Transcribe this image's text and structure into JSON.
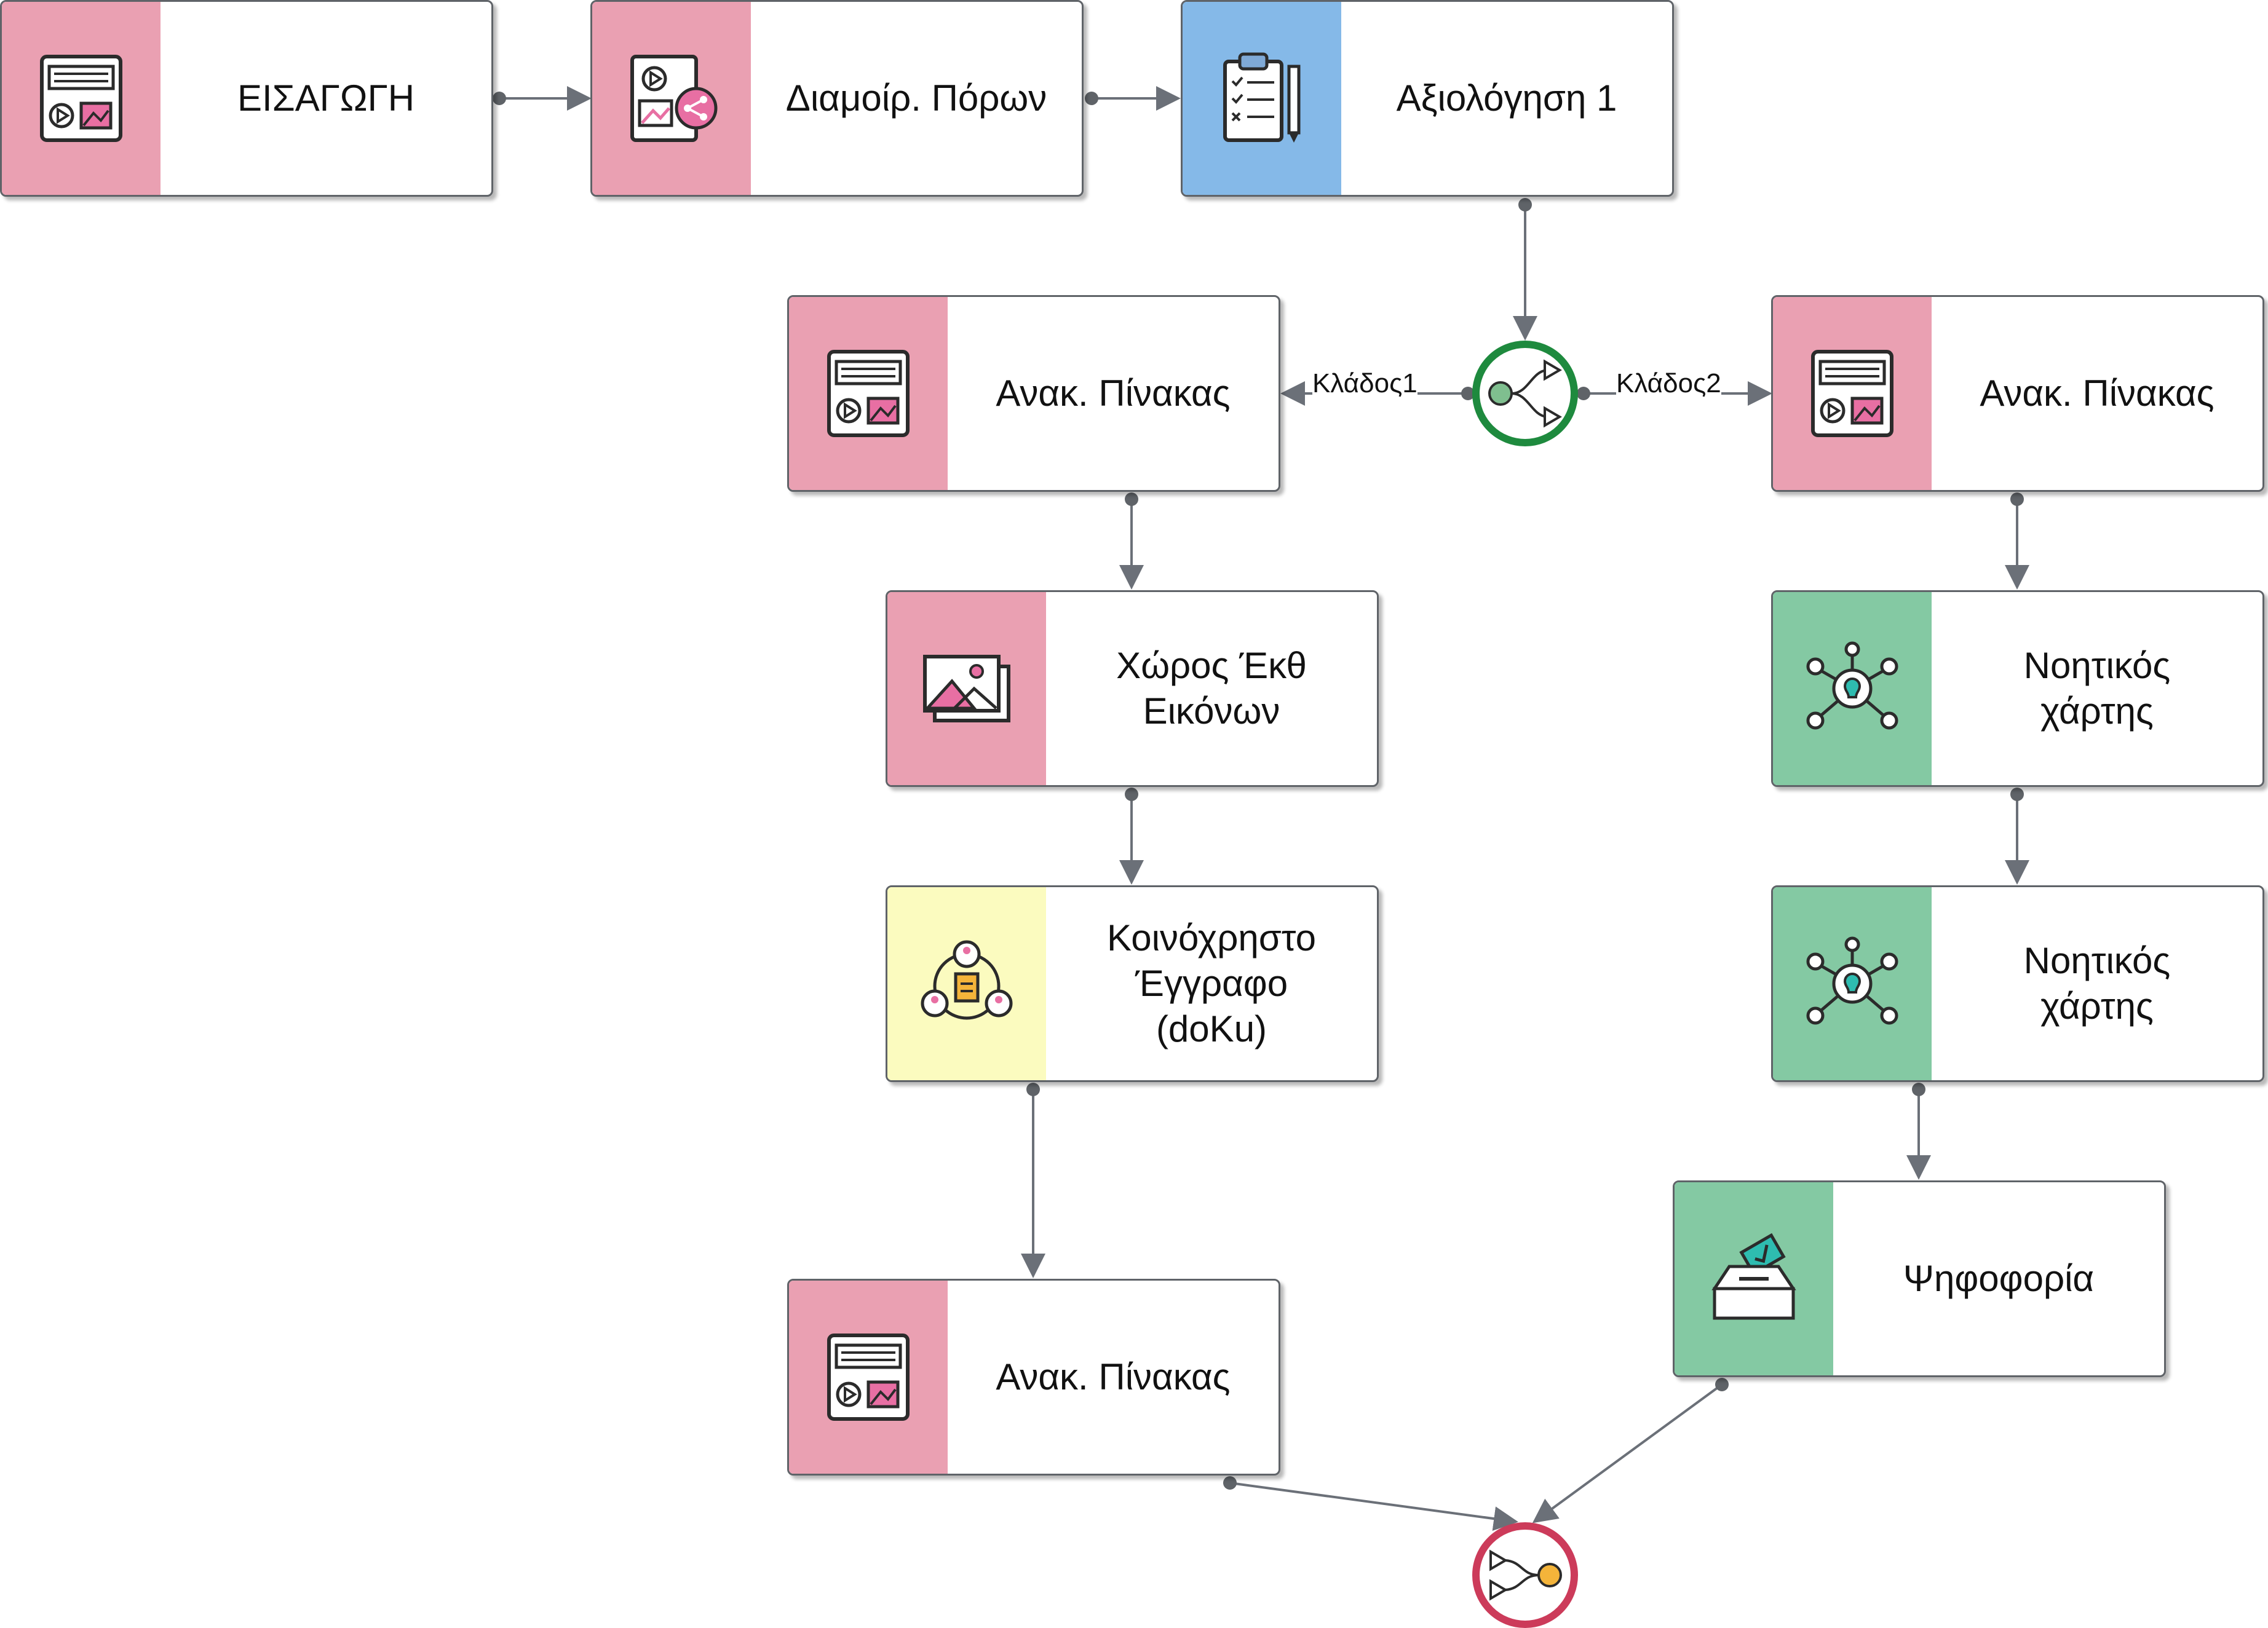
{
  "nodes": {
    "intro": {
      "label": "ΕΙΣΑΓΩΓΗ",
      "icon": "board-media-icon",
      "color": "#eaa0b2"
    },
    "share": {
      "label": "Διαμοίρ. Πόρων",
      "icon": "share-resources-icon",
      "color": "#eaa0b2"
    },
    "eval": {
      "label": "Αξιολόγηση 1",
      "icon": "clipboard-checklist-icon",
      "color": "#85b9e8"
    },
    "boardL": {
      "label": "Ανακ. Πίνακας",
      "icon": "board-media-icon",
      "color": "#eaa0b2"
    },
    "gallery": {
      "label": "Χώρος Έκθ\nΕικόνων",
      "icon": "image-gallery-icon",
      "color": "#eaa0b2"
    },
    "doc": {
      "label": "Κοινόχρηστο\nΈγγραφο\n(doKu)",
      "icon": "shared-document-icon",
      "color": "#fbfbbf"
    },
    "boardL2": {
      "label": "Ανακ. Πίνακας",
      "icon": "board-media-icon",
      "color": "#eaa0b2"
    },
    "boardR": {
      "label": "Ανακ. Πίνακας",
      "icon": "board-media-icon",
      "color": "#eaa0b2"
    },
    "mind1": {
      "label": "Νοητικός\nχάρτης",
      "icon": "mind-map-icon",
      "color": "#84c9a3"
    },
    "mind2": {
      "label": "Νοητικός\nχάρτης",
      "icon": "mind-map-icon",
      "color": "#84c9a3"
    },
    "vote": {
      "label": "Ψηφοφορία",
      "icon": "ballot-box-icon",
      "color": "#84c9a3"
    }
  },
  "gates": {
    "split": {
      "icon": "split-branch-icon",
      "color": "#1e8a3e"
    },
    "merge": {
      "icon": "merge-branch-icon",
      "color": "#cc3b5a"
    }
  },
  "edge_labels": {
    "branch1": "Κλάδος1",
    "branch2": "Κλάδος2"
  }
}
